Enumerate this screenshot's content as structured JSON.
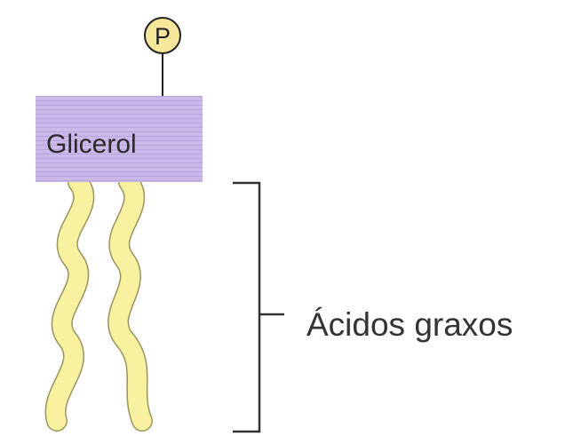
{
  "phosphate": {
    "label": "P",
    "fill": "#f6e79a"
  },
  "glycerol": {
    "label": "Glicerol",
    "fill": "#c9b8e8",
    "stripe": "#b7a4dc"
  },
  "fatty_acids": {
    "label": "Ácidos graxos",
    "fill": "#f7f1a0",
    "outline": "#9a9460"
  }
}
